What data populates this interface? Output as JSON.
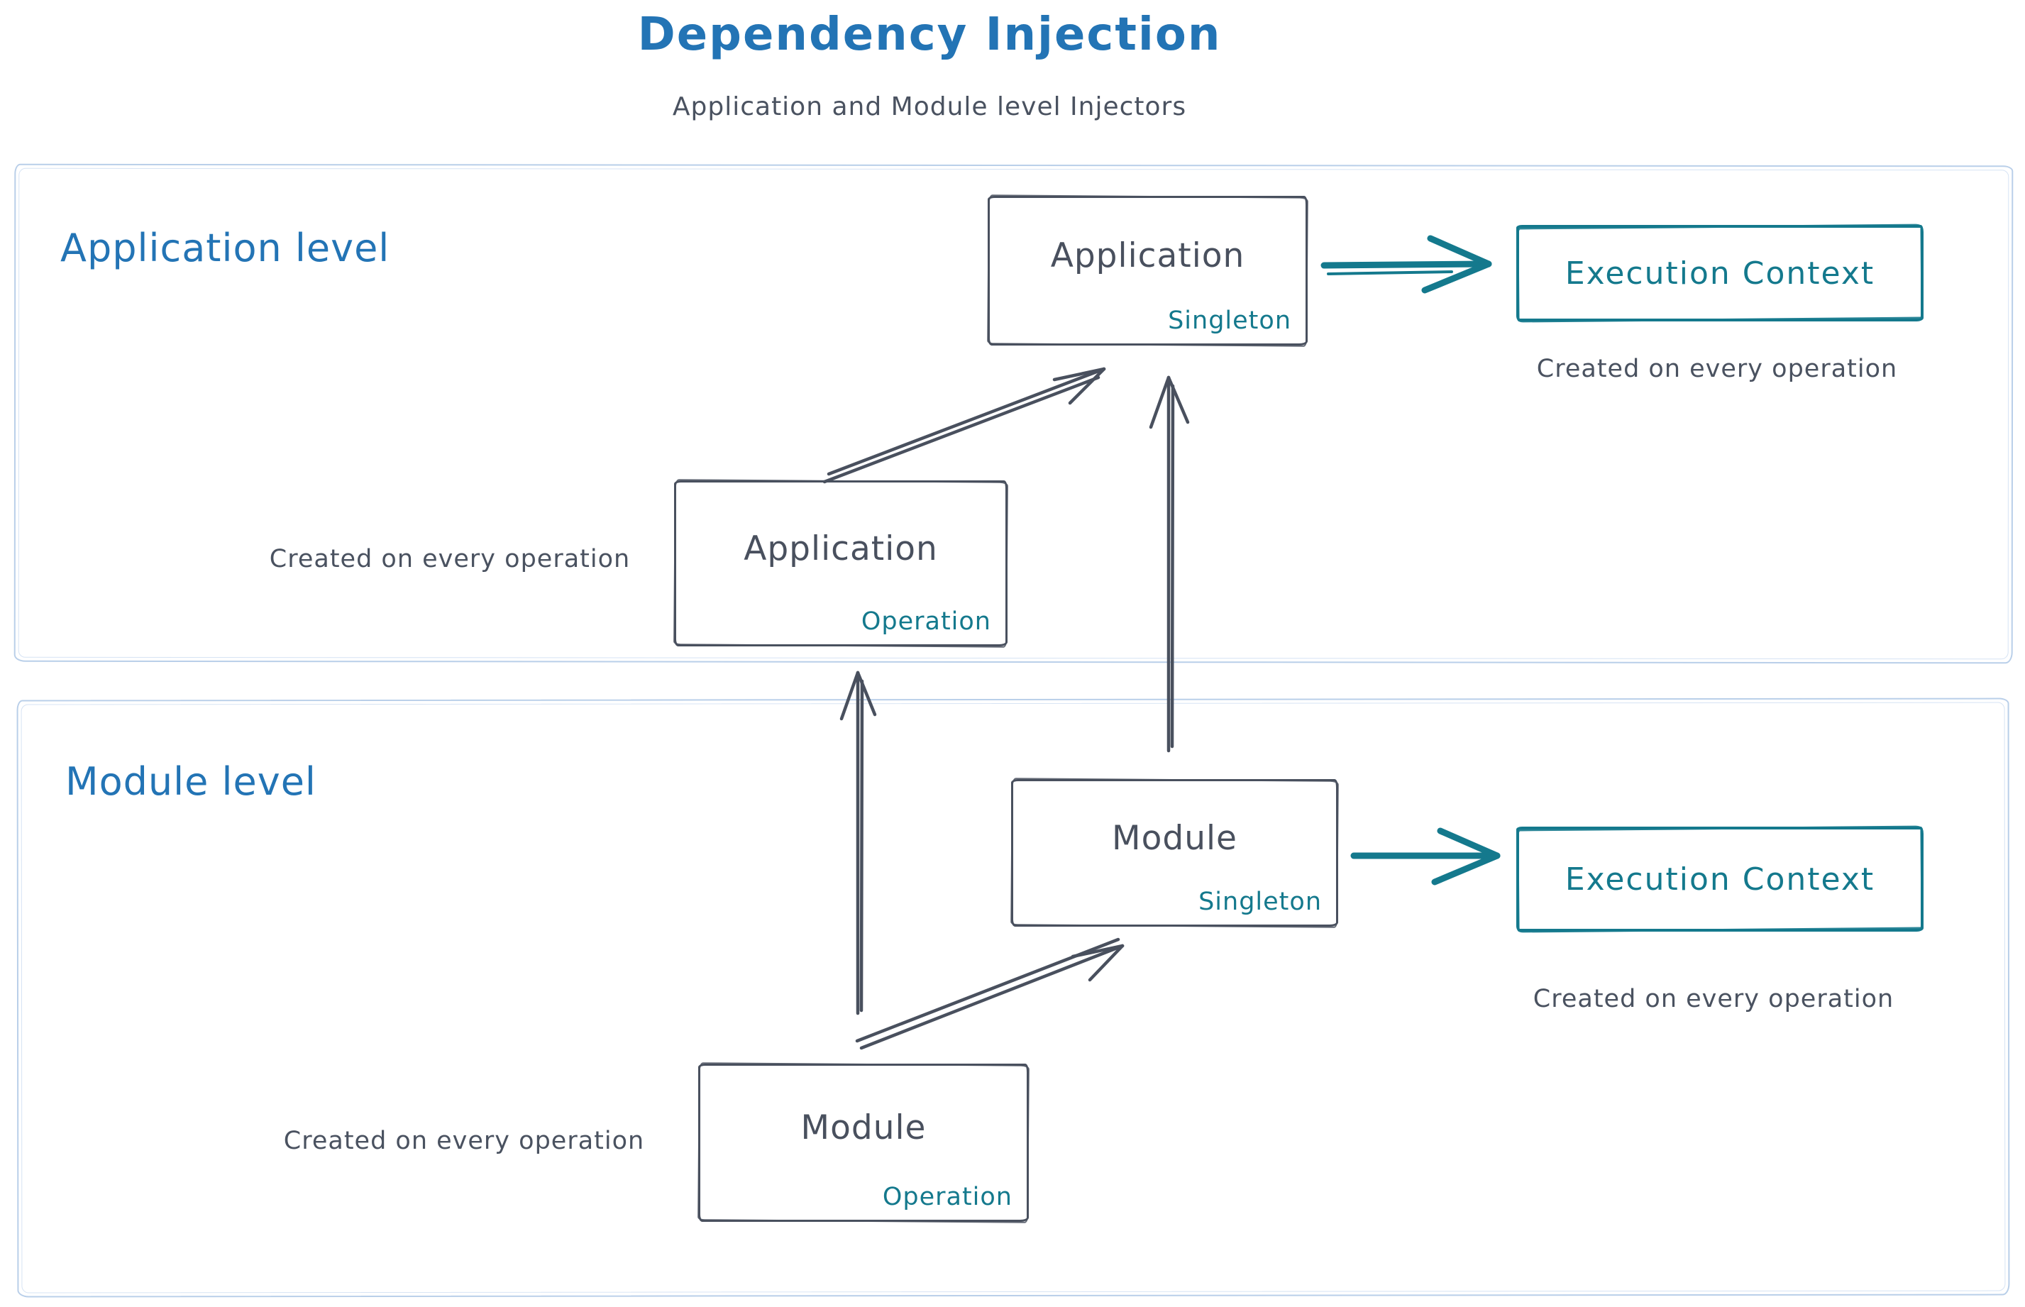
{
  "title": "Dependency Injection",
  "subtitle": "Application and Module level Injectors",
  "sections": {
    "application": {
      "label": "Application level",
      "singleton_box": {
        "name": "Application",
        "scope": "Singleton"
      },
      "operation_box": {
        "name": "Application",
        "scope": "Operation"
      },
      "operation_caption": "Created on every operation",
      "execution_context": {
        "label": "Execution Context",
        "caption": "Created on every operation"
      }
    },
    "module": {
      "label": "Module level",
      "singleton_box": {
        "name": "Module",
        "scope": "Singleton"
      },
      "operation_box": {
        "name": "Module",
        "scope": "Operation"
      },
      "operation_caption": "Created on every operation",
      "execution_context": {
        "label": "Execution Context",
        "caption": "Created on every operation"
      }
    }
  },
  "colors": {
    "title_blue": "#2374b5",
    "ink": "#49505e",
    "teal": "#14798d",
    "section_border": "#b9cfe9",
    "background": "#ffffff"
  }
}
